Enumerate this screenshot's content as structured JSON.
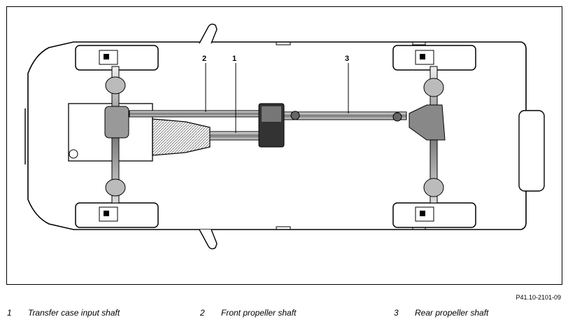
{
  "figure": {
    "reference": "P41.10-2101-09",
    "callouts": [
      "1",
      "2",
      "3"
    ]
  },
  "legend": {
    "items": [
      {
        "number": "1",
        "label": "Transfer case input shaft"
      },
      {
        "number": "2",
        "label": "Front propeller shaft"
      },
      {
        "number": "3",
        "label": "Rear propeller shaft"
      }
    ]
  }
}
